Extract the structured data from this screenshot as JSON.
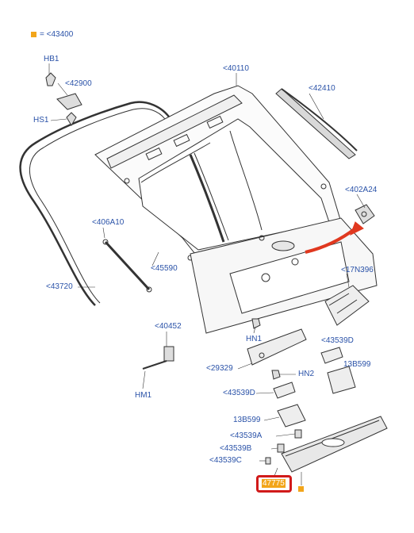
{
  "legend": {
    "text": "= <43400",
    "color": "#f2a51a"
  },
  "labels": {
    "hb1": "HB1",
    "p42900": "<42900",
    "hs1": "HS1",
    "p40110": "<40110",
    "p42410": "<42410",
    "p402a24": "<402A24",
    "p406a10": "<406A10",
    "p45590": "<45590",
    "p43720": "<43720",
    "p17n396": "<17N396",
    "p40452": "<40452",
    "hn1": "HN1",
    "p43539d_right": "<43539D",
    "p29329": "<29329",
    "hn2": "HN2",
    "p13b599_right": "13B599",
    "hm1": "HM1",
    "p43539d_left": "<43539D",
    "p13b599_left": "13B599",
    "p43539a": "<43539A",
    "p43539b": "<43539B",
    "p43539c": "<43539C",
    "p47775": "47775"
  },
  "colors": {
    "label_blue": "#2a52a8",
    "accent_orange": "#f2a51a",
    "highlight_red": "#d11a1a",
    "arrow_red": "#e0381f"
  }
}
